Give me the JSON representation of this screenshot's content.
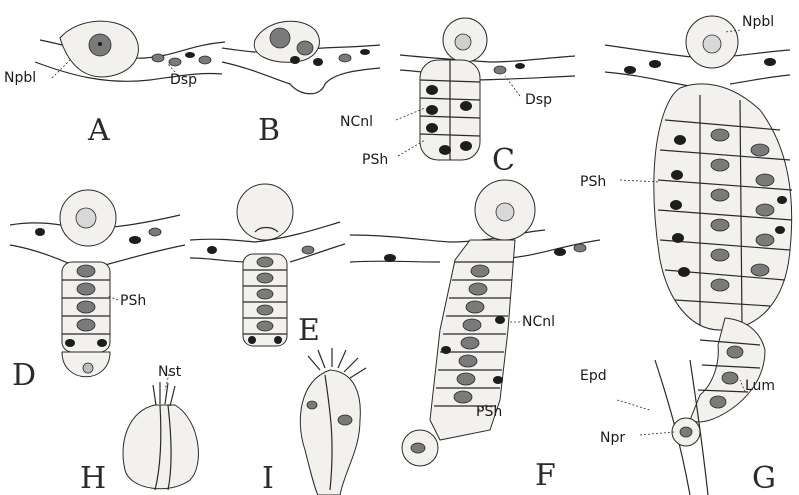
{
  "panels": {
    "A": "A",
    "B": "B",
    "C": "C",
    "D": "D",
    "E": "E",
    "F": "F",
    "G": "G",
    "H": "H",
    "I": "I"
  },
  "labels": {
    "npbl_a": "Npbl",
    "dsp_a": "Dsp",
    "ncnl_c": "NCnl",
    "dsp_c": "Dsp",
    "psh_c": "PSh",
    "psh_d": "PSh",
    "nst": "Nst",
    "ncnl_f": "NCnl",
    "psh_f": "PSh",
    "npbl_g": "Npbl",
    "psh_g": "PSh",
    "epd": "Epd",
    "lum": "Lum",
    "npr": "Npr"
  }
}
